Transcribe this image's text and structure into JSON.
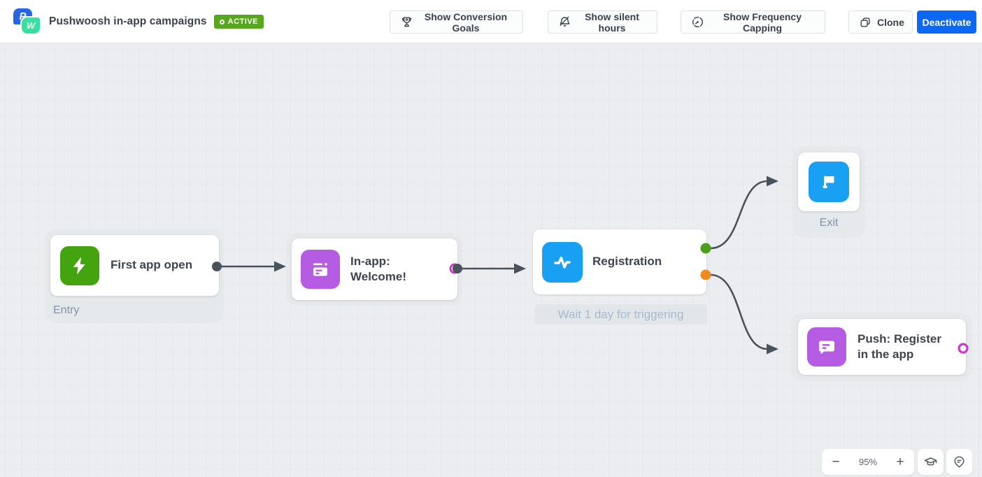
{
  "header": {
    "title": "Pushwoosh in-app campaigns",
    "status": "ACTIVE",
    "logo_letters": {
      "p": "P",
      "w": "W"
    },
    "toolbar": {
      "conversion_goals": "Show Conversion Goals",
      "silent_hours": "Show silent hours",
      "frequency_capping": "Show Frequency Capping",
      "clone": "Clone",
      "deactivate": "Deactivate"
    }
  },
  "canvas": {
    "entry_node": {
      "title": "First app open",
      "caption": "Entry",
      "icon": "lightning-icon",
      "color": "#44a410"
    },
    "inapp_node": {
      "title": "In-app: Welcome!",
      "icon": "inapp-message-icon",
      "color": "#b55ce2"
    },
    "registration_node": {
      "title": "Registration",
      "wait_note": "Wait 1 day for triggering",
      "icon": "pulse-icon",
      "color": "#1aa0f2"
    },
    "exit_node": {
      "caption": "Exit",
      "icon": "flag-icon",
      "color": "#1aa0f2"
    },
    "push_node": {
      "title": "Push: Register in the app",
      "icon": "chat-icon",
      "color": "#b55ce2"
    }
  },
  "connectors": {
    "dot_colors": {
      "default": "#4a525b",
      "success": "#4aa01c",
      "timeout": "#ee8c1f",
      "ring": "#c93bd4"
    },
    "line_color": "#4a525b"
  },
  "zoom_controls": {
    "minus": "−",
    "level": "95%",
    "plus": "+"
  }
}
